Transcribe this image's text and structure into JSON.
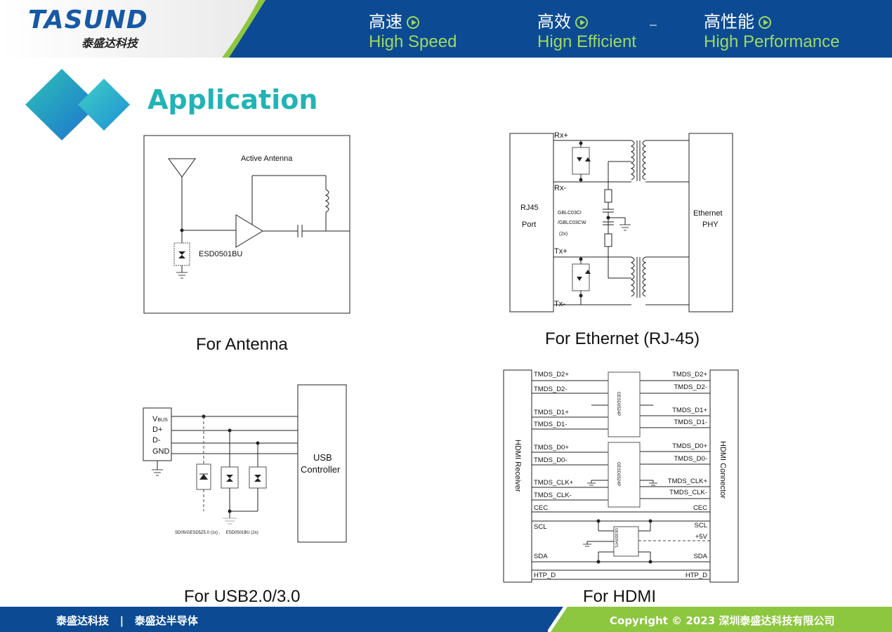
{
  "brand": {
    "name": "TASUND",
    "subtitle": "泰盛达科技"
  },
  "slogans": [
    {
      "zh": "高速",
      "en": "High Speed"
    },
    {
      "zh": "高效",
      "en": "Hign Efficient"
    },
    {
      "zh": "高性能",
      "en": "High Performance"
    }
  ],
  "page_title": "Application",
  "antenna": {
    "caption": "For Antenna",
    "label_active": "Active Antenna",
    "part": "ESD0501BU"
  },
  "ethernet": {
    "caption": "For Ethernet (RJ-45)",
    "left_box": [
      "RJ45",
      "Port"
    ],
    "right_box": [
      "Ethernet",
      "PHY"
    ],
    "pins": [
      "Rx+",
      "Rx-",
      "Tx+",
      "Tx-"
    ],
    "parts": [
      "GBLC03CI",
      "/GBLC03CW",
      "(2x)"
    ]
  },
  "usb": {
    "caption": "For USB2.0/3.0",
    "pins": [
      "V",
      "BUS",
      "D+",
      "D-",
      "GND"
    ],
    "controller": [
      "USB",
      "Controller"
    ],
    "parts_note": "SD05/GESD5Z5.0 (1x) ,     ESD0501BU (2x)"
  },
  "hdmi": {
    "caption": "For HDMI",
    "receiver": "HDMI Receiver",
    "connector": "HDMI Connector",
    "left_pins": [
      "TMDS_D2+",
      "TMDS_D2-",
      "TMDS_D1+",
      "TMDS_D1-",
      "TMDS_D0+",
      "TMDS_D0-",
      "TMDS_CLK+",
      "TMDS_CLK-",
      "CEC",
      "SCL",
      "SDA",
      "HTP_D"
    ],
    "right_pins": [
      "TMDS_D2+",
      "TMDS_D2-",
      "TMDS_D1+",
      "TMDS_D1-",
      "TMDS_D0+",
      "TMDS_D0-",
      "TMDS_CLK+",
      "TMDS_CLK-",
      "CEC",
      "SCL",
      "+5V",
      "SDA",
      "HTP_D"
    ],
    "chip1": "GESD0524P",
    "chip2": "GESD0524P",
    "chip3": "GESD054TL"
  },
  "footer": {
    "left": "泰盛达科技   |   泰盛达半导体",
    "right": "Copyright © 2023 深圳泰盛达科技有限公司"
  },
  "colors": {
    "header_blue": "#0c4b93",
    "accent_green": "#8dc63f",
    "title_teal": "#21b3b5"
  }
}
